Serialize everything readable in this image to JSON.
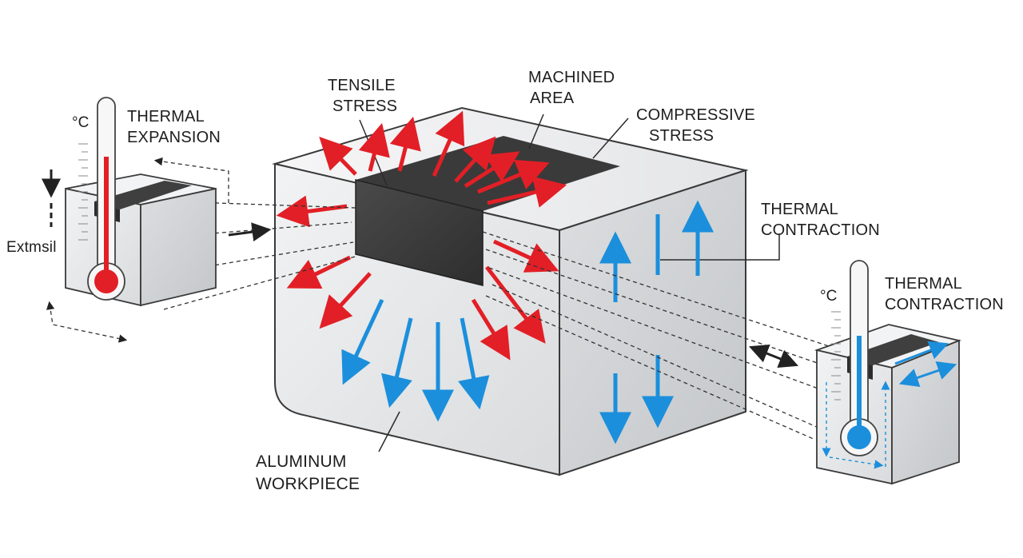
{
  "labels": {
    "tensile_stress": [
      "TENSILE",
      "STRESS"
    ],
    "machined_area": [
      "MACHINED",
      "AREA"
    ],
    "compressive_stress": [
      "COMPRESSIVE",
      "STRESS"
    ],
    "thermal_expansion": [
      "THERMAL",
      "EXPANSION"
    ],
    "thermal_contraction_main": [
      "THERMAL",
      "CONTRACTION"
    ],
    "thermal_contraction_right": [
      "THERMAL",
      "CONTRACTION"
    ],
    "aluminum_workpiece": [
      "ALUMINUM",
      "WORKPIECE"
    ],
    "left_side_label": "Extmsil",
    "unit_left": "°C",
    "unit_right": "°C"
  },
  "colors": {
    "tensile": "#e21f26",
    "compressive": "#1b8fdc",
    "machined": "#3b3b3b",
    "metal_light": "#e9eaeb",
    "metal_dark": "#cfd1d3",
    "outline": "#2a2a2a"
  },
  "icons": {
    "thermometer_hot": "thermometer-hot-icon",
    "thermometer_cold": "thermometer-cold-icon"
  }
}
